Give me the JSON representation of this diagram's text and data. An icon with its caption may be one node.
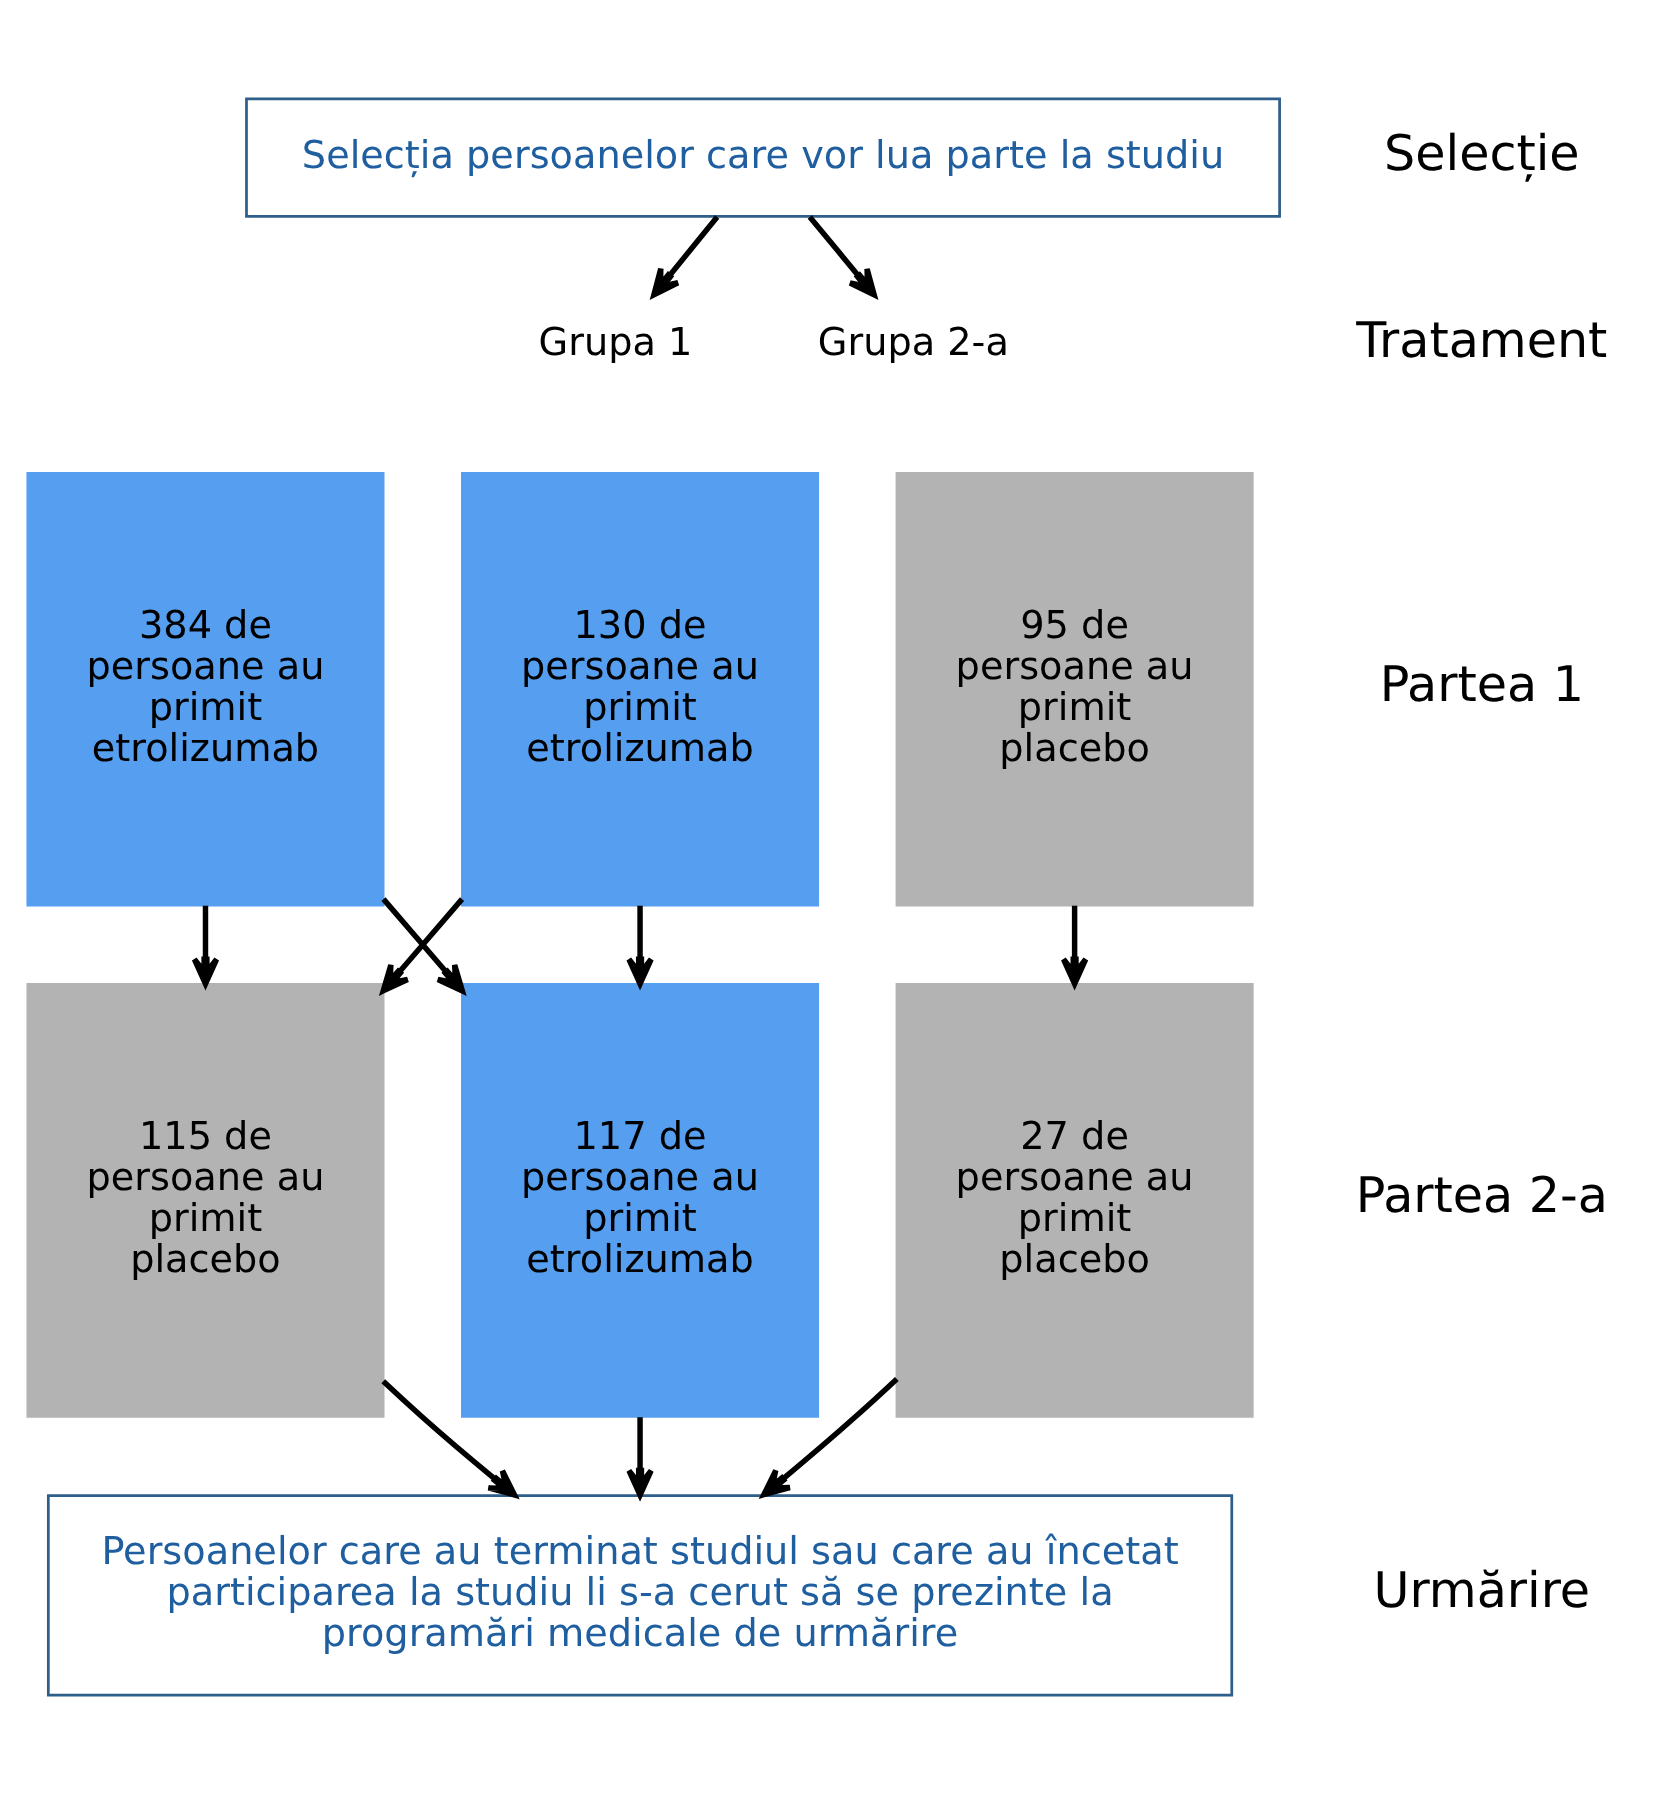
{
  "diagram": {
    "nodes": [
      {
        "text": [
          "Selecția persoanelor care vor lua parte la studiu"
        ]
      },
      {
        "text": [
          "Grupa 1"
        ]
      },
      {
        "text": [
          "Grupa 2-a"
        ]
      },
      {
        "text": [
          "130 de persoane au primit etrolizumab"
        ]
      },
      {
        "text": [
          "384 de persoane au primit etrolizumab"
        ]
      },
      {
        "text": [
          "95 de persoane au primit placebo"
        ]
      },
      {
        "text": [
          "117 de persoane au primit etrolizumab"
        ]
      },
      {
        "text": [
          "115 de persoane au primit placebo"
        ]
      },
      {
        "text": [
          "27 de persoane au primit placebo"
        ]
      },
      {
        "text": [
          "Persoanelor care au terminat studiul sau care au încetat participarea la studiu li s-a cerut să se prezinte la programări medicale de urmărire"
        ]
      }
    ],
    "edges": [
      {
        "from": 0,
        "to": 1,
        "arrow": "to"
      },
      {
        "from": 0,
        "to": 2,
        "arrow": "to"
      },
      {
        "from": 3,
        "to": 6,
        "arrow": "to"
      },
      {
        "from": 3,
        "to": 7,
        "arrow": "to"
      },
      {
        "from": 4,
        "to": 6,
        "arrow": "to"
      },
      {
        "from": 4,
        "to": 7,
        "arrow": "to"
      },
      {
        "from": 5,
        "to": 8,
        "arrow": "to"
      },
      {
        "from": 6,
        "to": 9,
        "arrow": "to"
      },
      {
        "from": 7,
        "to": 9,
        "arrow": "to"
      },
      {
        "from": 8,
        "to": 9,
        "arrow": "to"
      }
    ],
    "labels": [
      "Selecție",
      "Tratament",
      "Partea 1",
      "Partea 2-a",
      "Urmărire"
    ]
  }
}
